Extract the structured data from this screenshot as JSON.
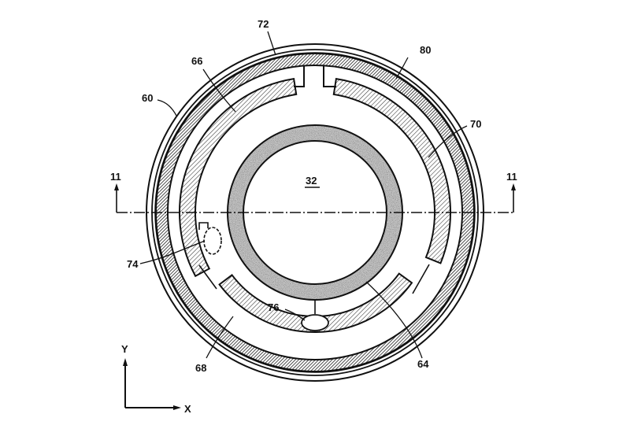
{
  "figure": {
    "type": "patent-drawing",
    "description": "Top view of a ring-shaped device with concentric layers and section line",
    "center_label": "32",
    "section_markers": {
      "left": "11",
      "right": "11"
    },
    "axes": {
      "y": "Y",
      "x": "X"
    },
    "reference_numerals": [
      {
        "id": "60",
        "label": "60"
      },
      {
        "id": "64",
        "label": "64"
      },
      {
        "id": "66",
        "label": "66"
      },
      {
        "id": "68",
        "label": "68"
      },
      {
        "id": "70",
        "label": "70"
      },
      {
        "id": "72",
        "label": "72"
      },
      {
        "id": "74",
        "label": "74"
      },
      {
        "id": "76",
        "label": "76"
      },
      {
        "id": "80",
        "label": "80"
      }
    ]
  }
}
